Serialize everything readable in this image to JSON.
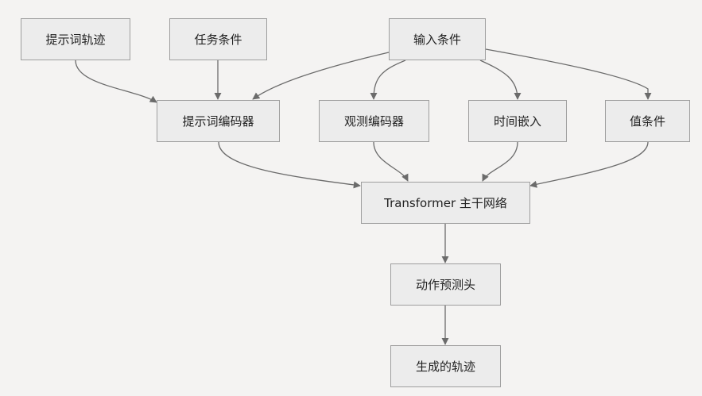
{
  "diagram": {
    "colors": {
      "background": "#f4f3f2",
      "node_fill": "#ececec",
      "node_border": "#9e9e9e",
      "edge": "#6b6b6b",
      "text": "#222222"
    },
    "nodes": {
      "prompt_trajectory": "提示词轨迹",
      "task_condition": "任务条件",
      "input_condition": "输入条件",
      "prompt_encoder": "提示词编码器",
      "observation_encoder": "观测编码器",
      "time_embedding": "时间嵌入",
      "value_condition": "值条件",
      "transformer_backbone": "Transformer 主干网络",
      "action_head": "动作预测头",
      "generated_trajectory": "生成的轨迹"
    },
    "edges": [
      {
        "from": "prompt_trajectory",
        "to": "prompt_encoder"
      },
      {
        "from": "task_condition",
        "to": "prompt_encoder"
      },
      {
        "from": "input_condition",
        "to": "prompt_encoder"
      },
      {
        "from": "input_condition",
        "to": "observation_encoder"
      },
      {
        "from": "input_condition",
        "to": "time_embedding"
      },
      {
        "from": "input_condition",
        "to": "value_condition"
      },
      {
        "from": "prompt_encoder",
        "to": "transformer_backbone"
      },
      {
        "from": "observation_encoder",
        "to": "transformer_backbone"
      },
      {
        "from": "time_embedding",
        "to": "transformer_backbone"
      },
      {
        "from": "value_condition",
        "to": "transformer_backbone"
      },
      {
        "from": "transformer_backbone",
        "to": "action_head"
      },
      {
        "from": "action_head",
        "to": "generated_trajectory"
      }
    ]
  }
}
